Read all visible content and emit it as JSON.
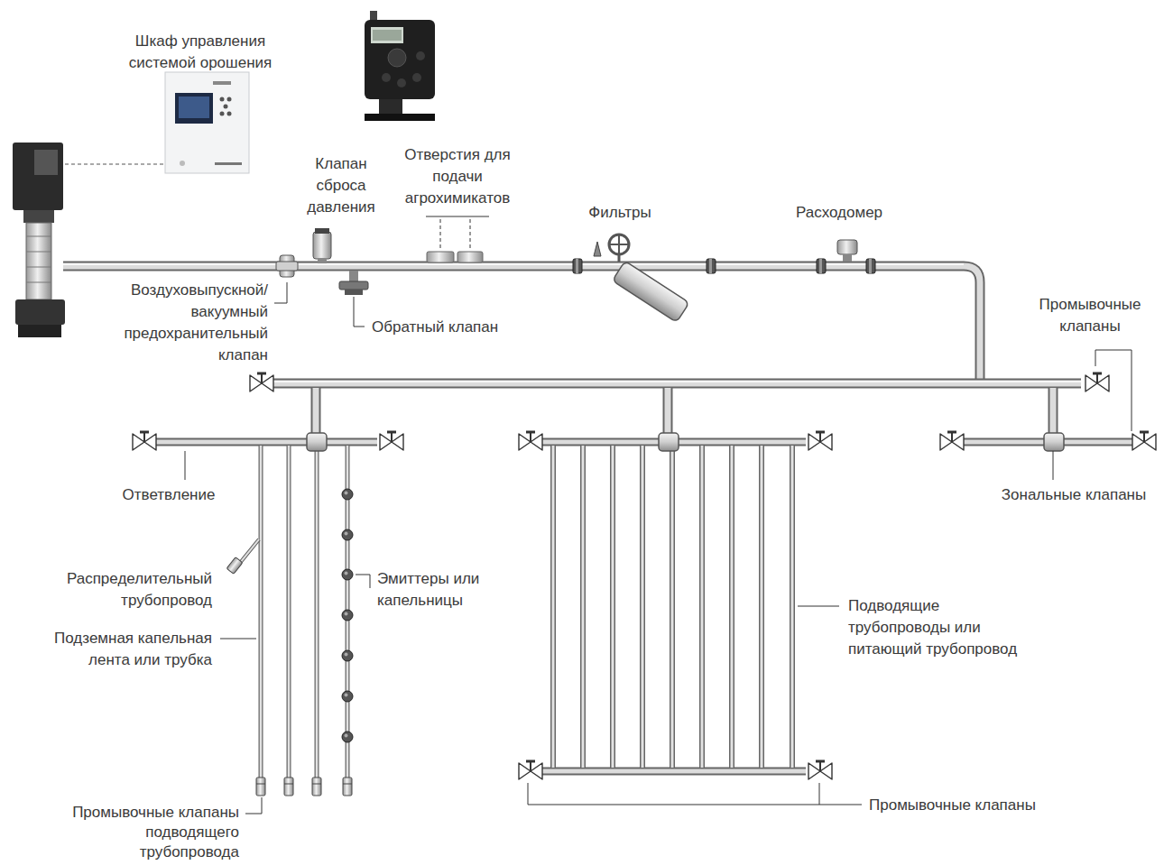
{
  "diagram": {
    "labels": [
      "Шкаф управления системой орошения",
      "Клапан сброса давления",
      "Отверстия для подачи агрохимикатов",
      "Фильтры",
      "Расходомер",
      "Воздуховыпускной/ вакуумный предохранительный клапан",
      "Обратный клапан",
      "Промывочные клапаны",
      "Ответвление",
      "Зональные клапаны",
      "Распределительный трубопровод",
      "Подземная капельная лента или трубка",
      "Эмиттеры или капельницы",
      "Подводящие трубопроводы или питающий трубопровод",
      "Промывочные клапаны подводящего трубопровода",
      "Промывочные клапаны"
    ]
  }
}
